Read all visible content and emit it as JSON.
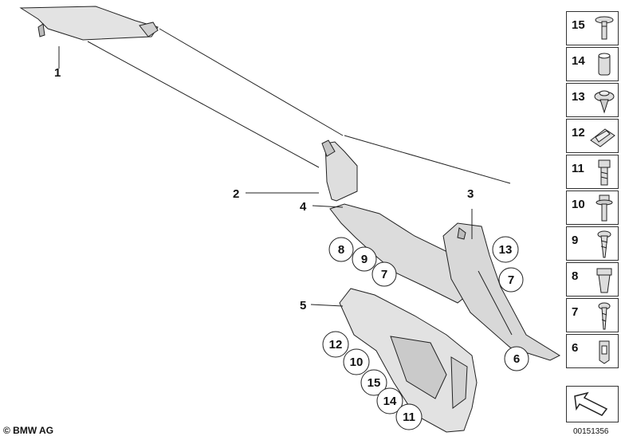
{
  "callouts": [
    {
      "label": "1"
    },
    {
      "label": "2"
    },
    {
      "label": "3"
    },
    {
      "label": "4"
    },
    {
      "label": "5"
    },
    {
      "label": "8"
    },
    {
      "label": "9"
    },
    {
      "label": "7"
    },
    {
      "label": "13"
    },
    {
      "label": "7"
    },
    {
      "label": "6"
    },
    {
      "label": "12"
    },
    {
      "label": "10"
    },
    {
      "label": "15"
    },
    {
      "label": "14"
    },
    {
      "label": "11"
    }
  ],
  "legend": [
    {
      "label": "15",
      "icon": "push-rivet-icon"
    },
    {
      "label": "14",
      "icon": "expanding-nut-icon"
    },
    {
      "label": "13",
      "icon": "spreading-rivet-icon"
    },
    {
      "label": "12",
      "icon": "sheet-metal-nut-icon"
    },
    {
      "label": "11",
      "icon": "hex-bolt-icon"
    },
    {
      "label": "10",
      "icon": "collar-bolt-icon"
    },
    {
      "label": "9",
      "icon": "tapping-screw-icon"
    },
    {
      "label": "8",
      "icon": "plastic-nut-icon"
    },
    {
      "label": "7",
      "icon": "oval-head-screw-icon"
    },
    {
      "label": "6",
      "icon": "clip-nut-icon"
    }
  ],
  "arrow_icon": "direction-arrow-icon",
  "brand": "© BMW AG",
  "doc_id": "00151356"
}
